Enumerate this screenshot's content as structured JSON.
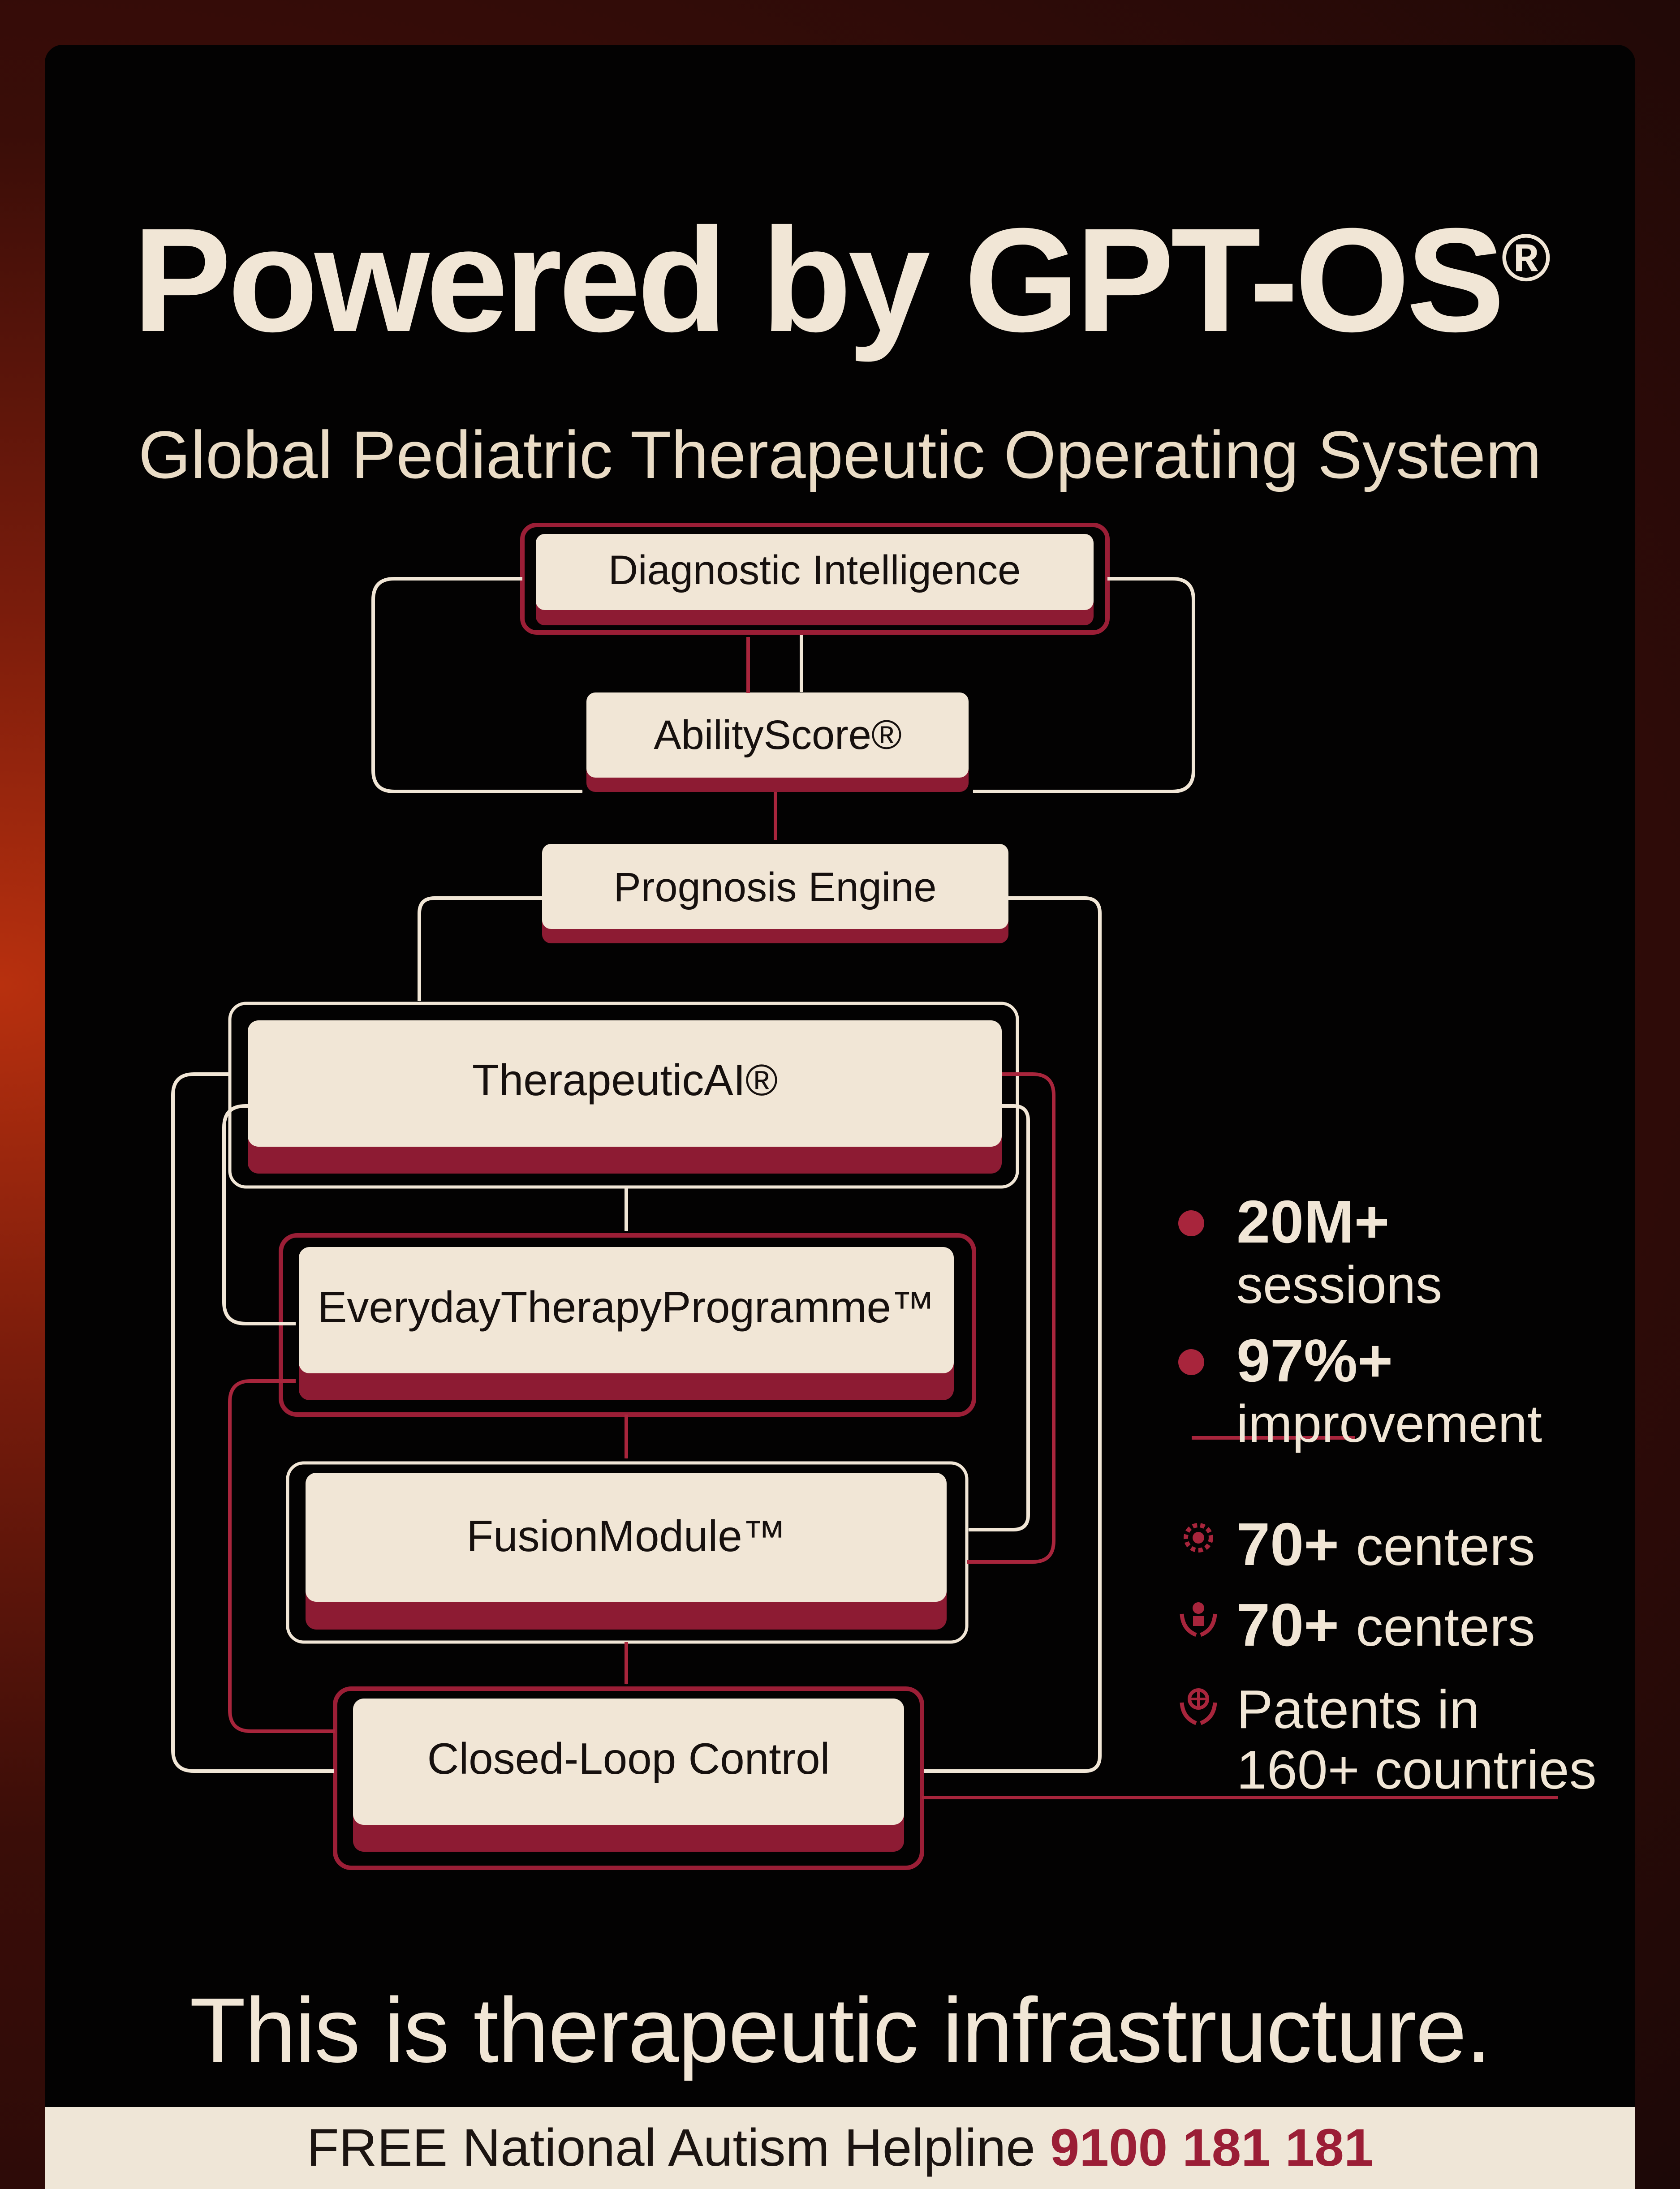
{
  "header": {
    "title": "Powered by GPT-OS",
    "title_mark": "®",
    "subtitle": "Global Pediatric Therapeutic Operating System"
  },
  "diagram": {
    "nodes": {
      "diagnostic": "Diagnostic Intelligence",
      "ability_score": "AbilityScore®",
      "prognosis": "Prognosis Engine",
      "therapeutic_ai": "TherapeuticAI®",
      "everyday": "EverydayTherapyProgramme™",
      "fusion": "FusionModule™",
      "closed_loop": "Closed-Loop Control"
    }
  },
  "stats": {
    "sessions_value": "20M+",
    "sessions_label": "sessions",
    "improvement_value": "97%+",
    "improvement_label": "improvement",
    "centers_1_value": "70+",
    "centers_1_label": "centers",
    "centers_2_value": "70+",
    "centers_2_label": "centers",
    "patents_line1": "Patents in",
    "patents_line2": "160+ countries",
    "icons": [
      "gear-icon",
      "hands-person-icon",
      "globe-hands-icon"
    ]
  },
  "tagline": "This is therapeutic infrastructure.",
  "footer": {
    "label": "FREE National Autism Helpline",
    "phone": "9100 181 181"
  },
  "colors": {
    "accent": "#9b1e36",
    "node_fill": "#f1e6d6",
    "background": "#030202"
  }
}
